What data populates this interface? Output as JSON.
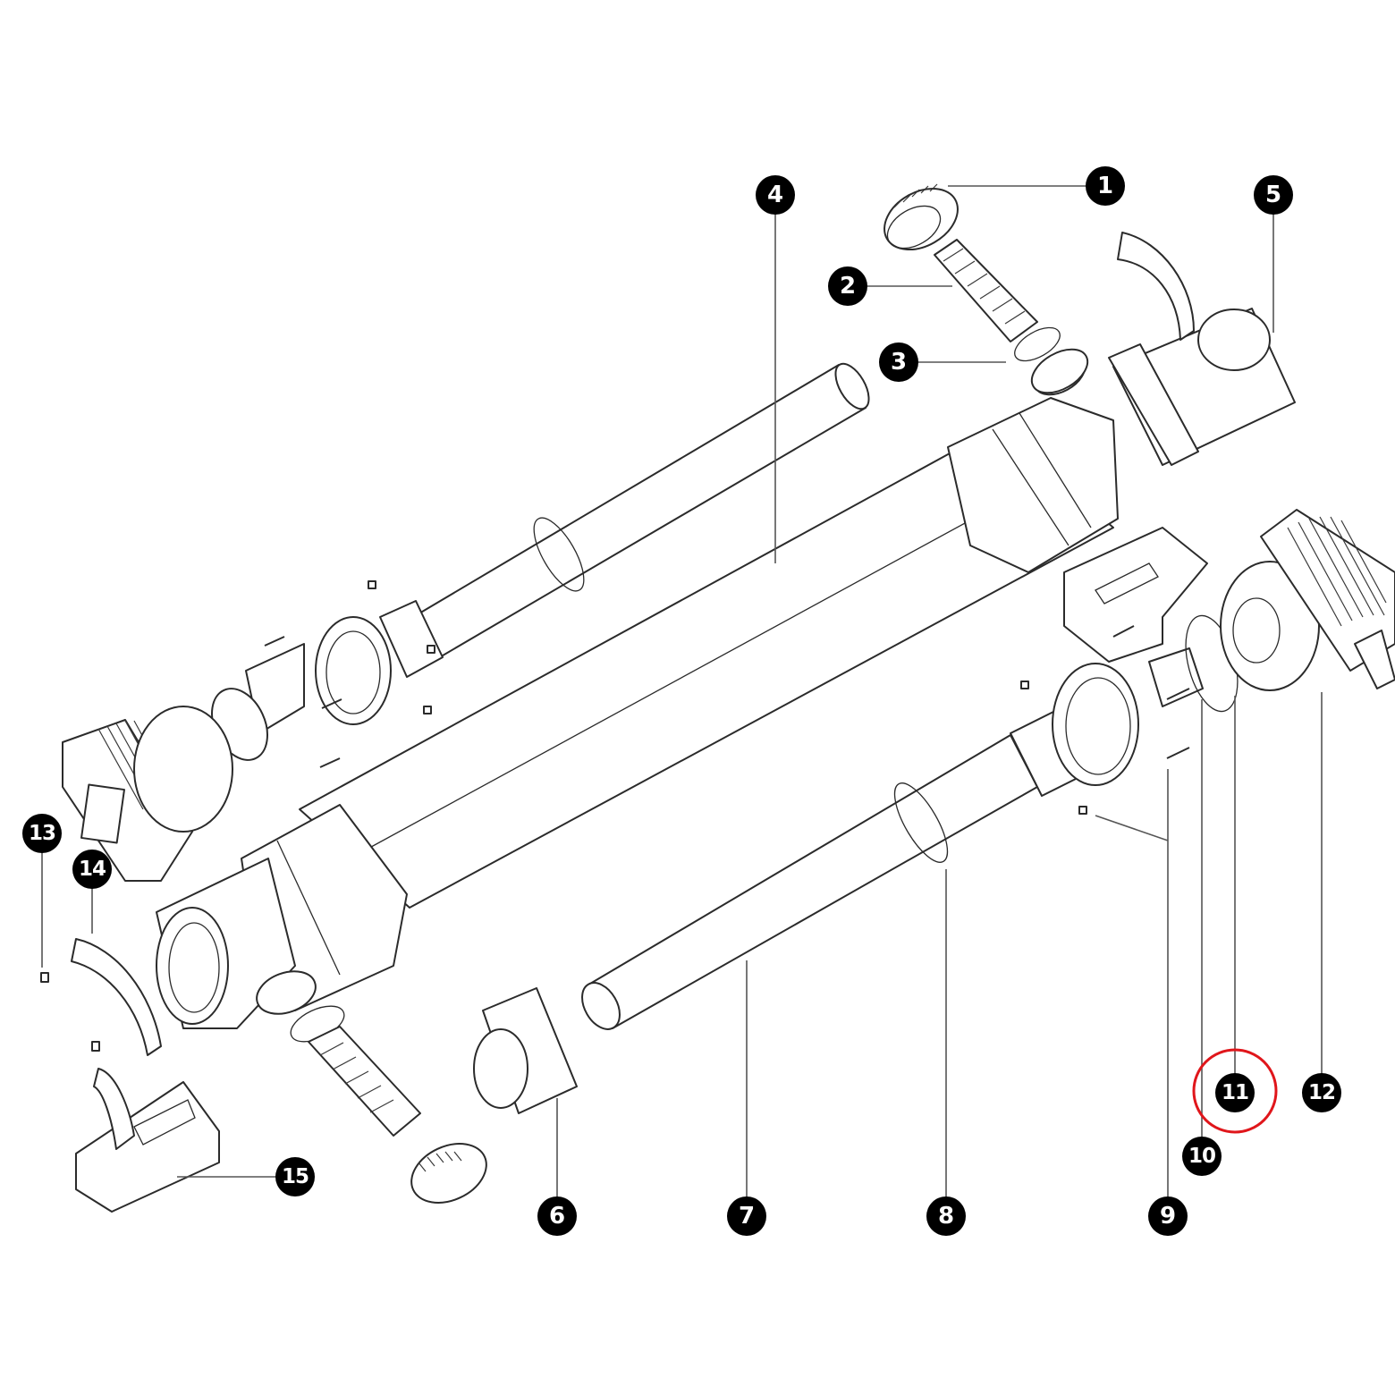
{
  "diagram": {
    "colors": {
      "line": "#2b2b2b",
      "badge": "#000000",
      "badge_text": "#ffffff",
      "highlight": "#e0161b"
    },
    "callouts": [
      {
        "id": "c1",
        "label": "1"
      },
      {
        "id": "c2",
        "label": "2"
      },
      {
        "id": "c3",
        "label": "3"
      },
      {
        "id": "c4",
        "label": "4"
      },
      {
        "id": "c5",
        "label": "5"
      },
      {
        "id": "c6",
        "label": "6"
      },
      {
        "id": "c7",
        "label": "7"
      },
      {
        "id": "c8",
        "label": "8"
      },
      {
        "id": "c9",
        "label": "9"
      },
      {
        "id": "c10",
        "label": "10"
      },
      {
        "id": "c11",
        "label": "11",
        "highlighted": true
      },
      {
        "id": "c12",
        "label": "12"
      },
      {
        "id": "c13",
        "label": "13"
      },
      {
        "id": "c14",
        "label": "14"
      },
      {
        "id": "c15",
        "label": "15"
      }
    ]
  }
}
